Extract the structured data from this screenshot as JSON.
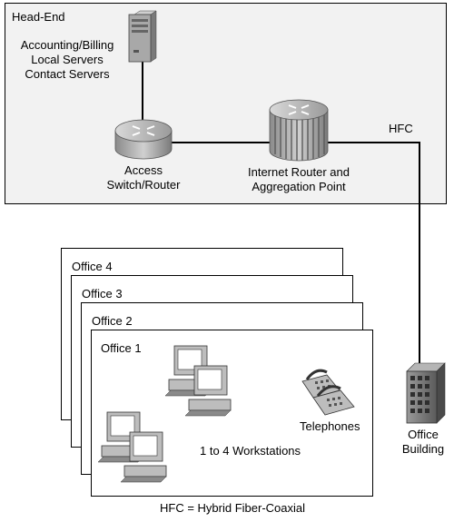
{
  "headend": {
    "title": "Head-End",
    "servers_line1": "Accounting/Billing",
    "servers_line2": "Local Servers",
    "servers_line3": "Contact Servers",
    "access_line1": "Access",
    "access_line2": "Switch/Router",
    "internet_line1": "Internet Router and",
    "internet_line2": "Aggregation Point"
  },
  "link_label": "HFC",
  "offices": {
    "office4": "Office 4",
    "office3": "Office 3",
    "office2": "Office 2",
    "office1": "Office 1",
    "telephones": "Telephones",
    "workstations": "1 to 4 Workstations"
  },
  "building": {
    "line1": "Office",
    "line2": "Building"
  },
  "footer": "HFC = Hybrid Fiber-Coaxial",
  "colors": {
    "headend_fill": "#f2f2f2",
    "device_gray": "#bcbcbc",
    "device_dark": "#6e6e6e"
  }
}
